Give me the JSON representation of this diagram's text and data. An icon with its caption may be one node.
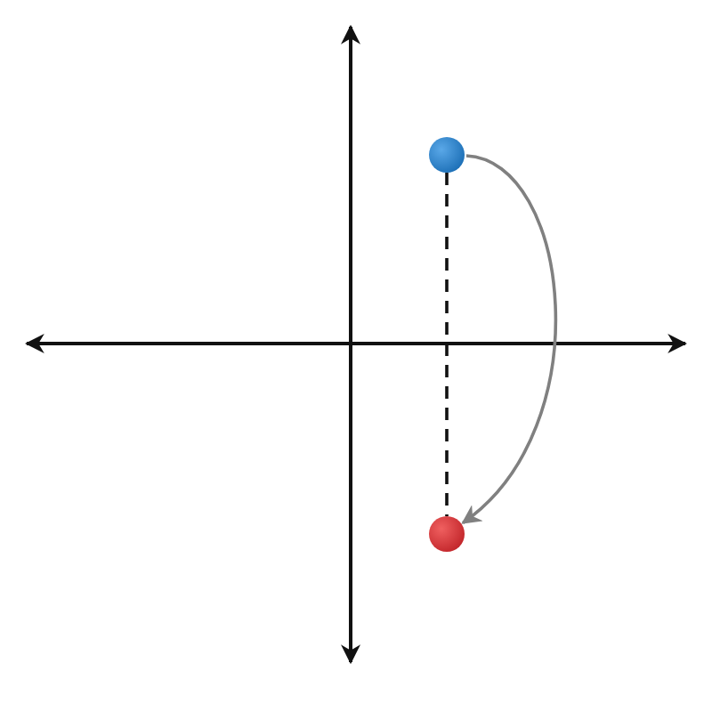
{
  "diagram": {
    "nodes": [
      {
        "text": [],
        "shape": "circle"
      },
      {
        "text": [],
        "shape": "circle"
      }
    ],
    "edges": [
      {
        "from": 0,
        "to": 1,
        "arrow": "none",
        "style": "dashed"
      },
      {
        "from": 0,
        "to": 1,
        "arrow": "to",
        "color": "#808080"
      }
    ]
  }
}
